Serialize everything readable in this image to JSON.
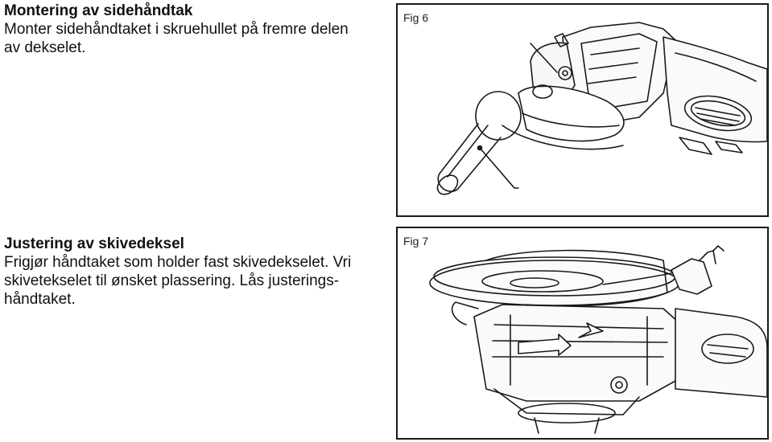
{
  "mounting": {
    "heading": "Montering av sidehåndtak",
    "lines": [
      "Monter sidehåndtaket i skruehullet på fremre delen",
      "av dekselet."
    ]
  },
  "adjustment": {
    "heading": "Justering av skivedeksel",
    "lines": [
      "Frigjør håndtaket som holder fast skivedekselet. Vri",
      "skivetekselet til ønsket plassering. Lås justerings-",
      "håndtaket."
    ]
  },
  "figures": {
    "fig6": {
      "label": "Fig 6",
      "icon": "angle-grinder-side-handle-illustration"
    },
    "fig7": {
      "label": "Fig 7",
      "icon": "angle-grinder-disc-guard-illustration"
    }
  }
}
